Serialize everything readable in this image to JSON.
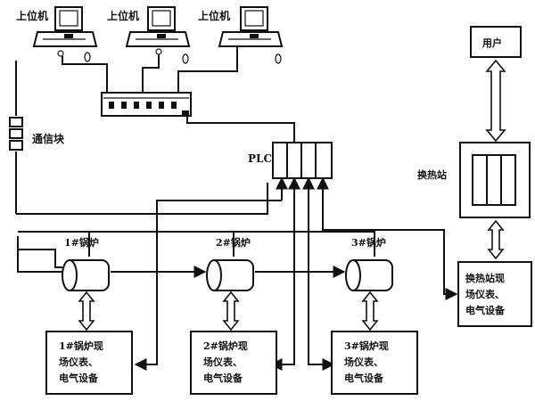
{
  "host_computers": [
    "上位机",
    "上位机",
    "上位机"
  ],
  "comm_block": "通信块",
  "plc": "PLC",
  "boilers": [
    "1#锅炉",
    "2#锅炉",
    "3#锅炉"
  ],
  "field_boxes": [
    [
      "1#锅炉现",
      "场仪表、",
      "电气设备"
    ],
    [
      "2#锅炉现",
      "场仪表、",
      "电气设备"
    ],
    [
      "3#锅炉现",
      "场仪表、",
      "电气设备"
    ]
  ],
  "user": "用户",
  "station": "换热站",
  "station_field": [
    "换热站现",
    "场仪表、",
    "电气设备"
  ]
}
